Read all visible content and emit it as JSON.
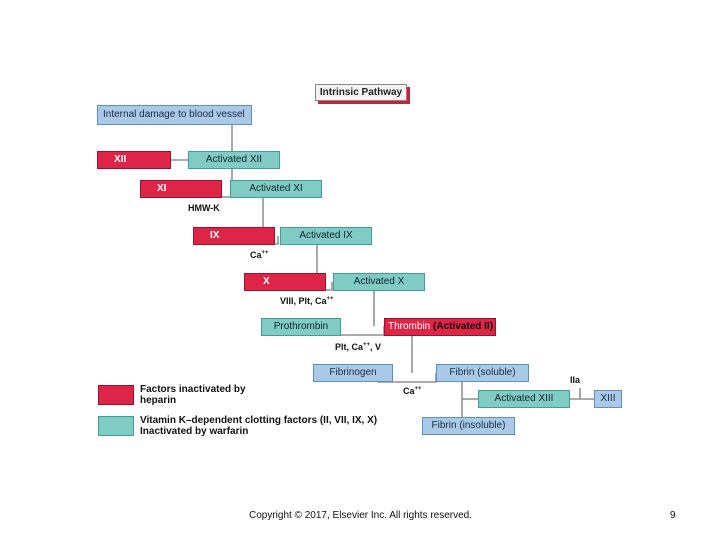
{
  "diagram": {
    "title": "Intrinsic Pathway",
    "start": "Internal damage to blood vessel",
    "factors": {
      "xii": "XII",
      "activated_xii": "Activated XII",
      "xi": "XI",
      "activated_xi": "Activated XI",
      "ix": "IX",
      "activated_ix": "Activated IX",
      "x": "X",
      "activated_x": "Activated X",
      "prothrombin": "Prothrombin",
      "thrombin": "Thrombin",
      "thrombin_suffix": "(Activated II)",
      "fibrinogen": "Fibrinogen",
      "fibrin_soluble": "Fibrin (soluble)",
      "fibrin_insoluble": "Fibrin (insoluble)",
      "activated_xiii": "Activated XIII",
      "xiii": "XIII"
    },
    "cofactors": {
      "hmwk": "HMW-K",
      "ca_ix": "Ca",
      "ca_ix_sup": "++",
      "x_cof": "VIII, Plt, Ca",
      "x_cof_sup": "++",
      "prothrombin_cof": "Plt, Ca",
      "prothrombin_cof_sup": "++",
      "prothrombin_cof_tail": ", V",
      "fibrin_cof": "Ca",
      "fibrin_cof_sup": "++",
      "iia": "IIa"
    },
    "legend": {
      "heparin": "Factors inactivated by heparin",
      "warfarin_line1": "Vitamin K–dependent clotting factors (II, VII, IX, X)",
      "warfarin_line2": "Inactivated by warfarin"
    }
  },
  "footer": {
    "copyright": "Copyright © 2017, Elsevier Inc. All rights reserved.",
    "page_number": "9"
  },
  "colors": {
    "heparin_red": "#de2447",
    "warfarin_teal": "#80ccc4",
    "box_blue": "#a9c9e6"
  }
}
